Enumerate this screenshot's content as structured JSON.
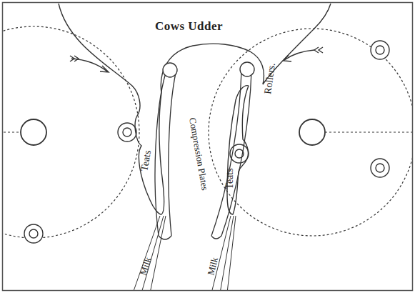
{
  "diagram": {
    "labels": [
      "Cows Udder",
      "Teats",
      "Compression Plates",
      "Teats",
      "Rollers.",
      "Milk",
      "Milk"
    ]
  }
}
